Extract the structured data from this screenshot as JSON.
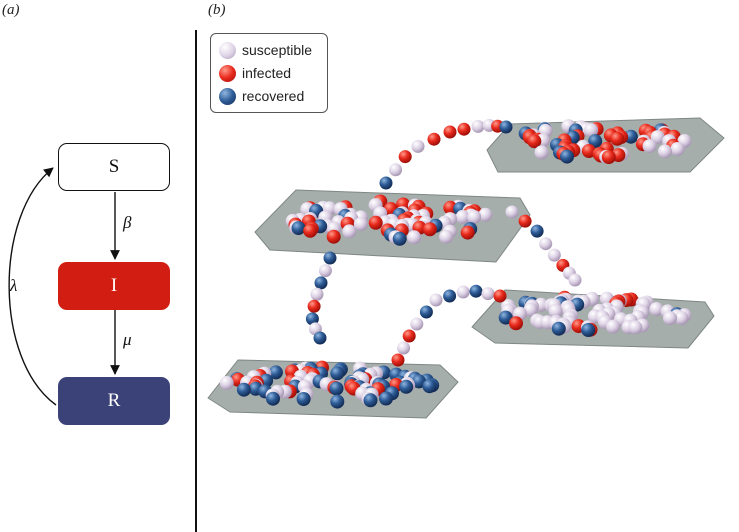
{
  "panels": {
    "a_label": "(a)",
    "b_label": "(b)"
  },
  "compartments": {
    "S": {
      "label": "S",
      "color": "#ffffff"
    },
    "I": {
      "label": "I",
      "color": "#d21d12"
    },
    "R": {
      "label": "R",
      "color": "#3a4278"
    }
  },
  "rates": {
    "beta": "β",
    "mu": "μ",
    "lambda": "λ"
  },
  "legend": [
    {
      "label": "susceptible",
      "color": "#d9cfe0"
    },
    {
      "label": "infected",
      "color": "#e8291c"
    },
    {
      "label": "recovered",
      "color": "#2d5b96"
    }
  ]
}
